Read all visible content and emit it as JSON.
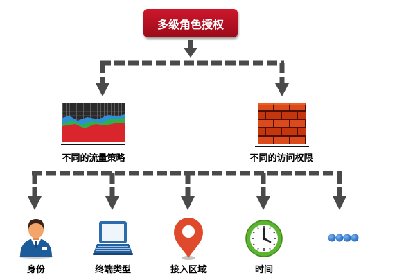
{
  "diagram": {
    "title": "多级角色授权",
    "branches": [
      {
        "label": "不同的流量策略",
        "icon": "stacked-area-chart-icon"
      },
      {
        "label": "不同的访问权限",
        "icon": "brick-wall-icon"
      }
    ],
    "items": [
      {
        "label": "身份",
        "icon": "user-icon"
      },
      {
        "label": "终端类型",
        "icon": "laptop-icon"
      },
      {
        "label": "接入区域",
        "icon": "map-pin-icon"
      },
      {
        "label": "时间",
        "icon": "clock-icon"
      },
      {
        "icon": "more-dots-icon"
      }
    ]
  },
  "colors": {
    "title_box": "#b5111f",
    "title_text": "#ffffff",
    "connector": "#4a4a4a",
    "label_text": "#000000"
  }
}
